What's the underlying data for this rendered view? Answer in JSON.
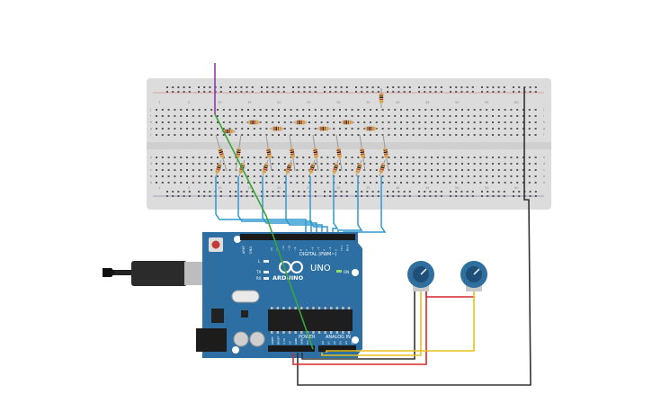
{
  "arduino": {
    "brand": "ARDUINO",
    "model": "UNO",
    "digital_label": "DIGITAL (PWM~)",
    "power_label": "POWER",
    "analog_label": "ANALOG IN",
    "on_label": "ON",
    "tx_label": "TX",
    "rx_label": "RX",
    "l_label": "L",
    "aref_label": "AREF",
    "gnd_label": "GND",
    "digital_pins": [
      "13",
      "12",
      "~11",
      "~10",
      "~9",
      "8",
      "7",
      "~6",
      "~5",
      "4",
      "~3",
      "2",
      "TX 1",
      "RX 0"
    ],
    "power_pins": [
      "IOREF",
      "RESET",
      "3.3V",
      "5V",
      "GND",
      "GND",
      "Vin"
    ],
    "analog_pins": [
      "A0",
      "A1",
      "A2",
      "A3",
      "A4",
      "A5"
    ]
  },
  "breadboard": {
    "column_numbers": [
      "1",
      "5",
      "10",
      "15",
      "20",
      "25",
      "30",
      "35",
      "40",
      "45",
      "50",
      "55",
      "60"
    ],
    "row_letters_top": [
      "j",
      "i",
      "h",
      "g",
      "f"
    ],
    "row_letters_bottom": [
      "e",
      "d",
      "c",
      "b",
      "a"
    ]
  },
  "colors": {
    "board_blue": "#2d6fa3",
    "breadboard": "#dcdcdc",
    "wire_blue": "#2e9ad0",
    "wire_green": "#3aa53a",
    "wire_purple": "#8a3fa0",
    "wire_red": "#d42a2a",
    "wire_yellow": "#e8c21c",
    "wire_black": "#333333"
  }
}
